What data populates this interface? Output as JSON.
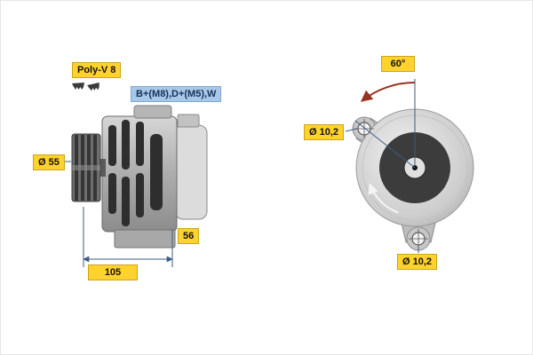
{
  "title": "Alternator technical drawing",
  "labels": {
    "poly_v": "Poly-V 8",
    "terminals": "B+(M8),D+(M5),W",
    "pulley_diameter": "Ø 55",
    "dim_56": "56",
    "dim_105": "105",
    "angle": "60°",
    "hole_top": "Ø 10,2",
    "hole_bottom": "Ø 10,2"
  },
  "colors": {
    "label_yellow": "#ffd22e",
    "label_blue": "#a9c7e6",
    "dimension_blue": "#3d5d86",
    "angle_arrow_red": "#993322",
    "body_gray": "#b5b5b5",
    "dark_disc": "#3c3c3c"
  }
}
